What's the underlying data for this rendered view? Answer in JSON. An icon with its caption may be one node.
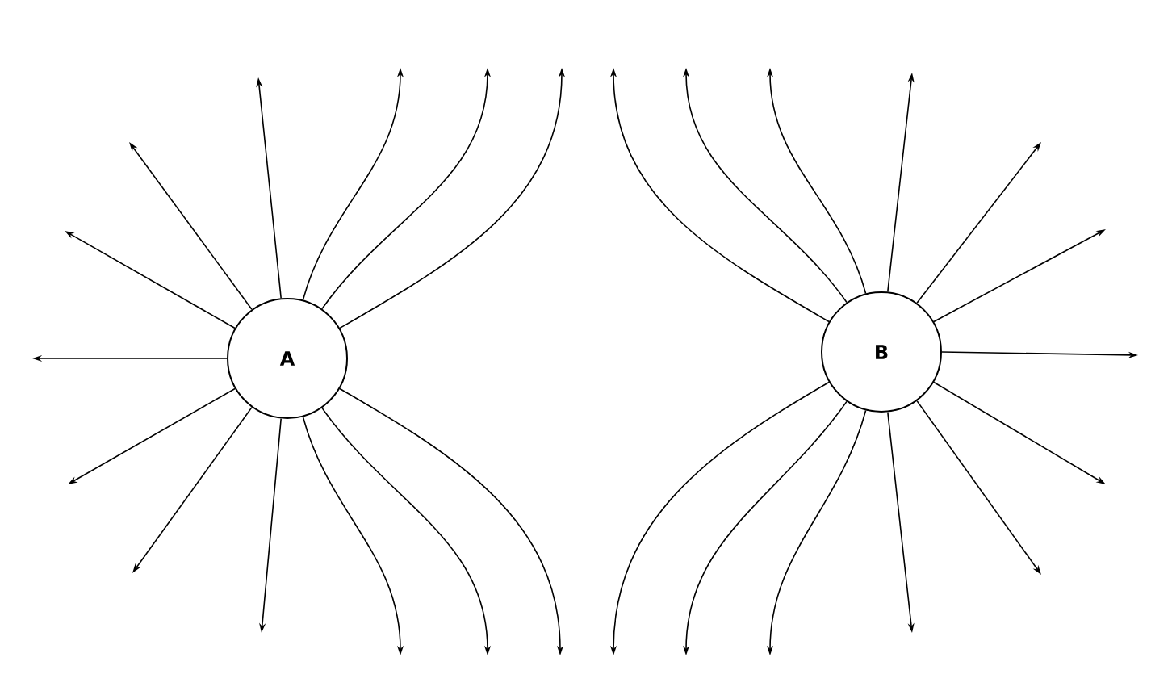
{
  "diagram": {
    "nodes": [
      {
        "text": [
          "A"
        ]
      },
      {
        "text": [
          "B"
        ]
      }
    ],
    "edges": [
      {
        "from": 0,
        "to": null,
        "arrow": "to"
      },
      {
        "from": 0,
        "to": null,
        "arrow": "to"
      },
      {
        "from": 0,
        "to": null,
        "arrow": "to"
      },
      {
        "from": 0,
        "to": null,
        "arrow": "to"
      },
      {
        "from": 0,
        "to": null,
        "arrow": "to"
      },
      {
        "from": 0,
        "to": null,
        "arrow": "to"
      },
      {
        "from": 0,
        "to": null,
        "arrow": "to"
      },
      {
        "from": 0,
        "to": null,
        "arrow": "to"
      },
      {
        "from": 0,
        "to": null,
        "arrow": "to"
      },
      {
        "from": 0,
        "to": null,
        "arrow": "to"
      },
      {
        "from": 0,
        "to": null,
        "arrow": "to"
      },
      {
        "from": 0,
        "to": null,
        "arrow": "to"
      },
      {
        "from": 0,
        "to": null,
        "arrow": "to"
      },
      {
        "from": 1,
        "to": null,
        "arrow": "to"
      },
      {
        "from": 1,
        "to": null,
        "arrow": "to"
      },
      {
        "from": 1,
        "to": null,
        "arrow": "to"
      },
      {
        "from": 1,
        "to": null,
        "arrow": "to"
      },
      {
        "from": 1,
        "to": null,
        "arrow": "to"
      },
      {
        "from": 1,
        "to": null,
        "arrow": "to"
      },
      {
        "from": 1,
        "to": null,
        "arrow": "to"
      },
      {
        "from": 1,
        "to": null,
        "arrow": "to"
      },
      {
        "from": 1,
        "to": null,
        "arrow": "to"
      },
      {
        "from": 1,
        "to": null,
        "arrow": "to"
      },
      {
        "from": 1,
        "to": null,
        "arrow": "to"
      },
      {
        "from": 1,
        "to": null,
        "arrow": "to"
      },
      {
        "from": 1,
        "to": null,
        "arrow": "to"
      }
    ]
  }
}
